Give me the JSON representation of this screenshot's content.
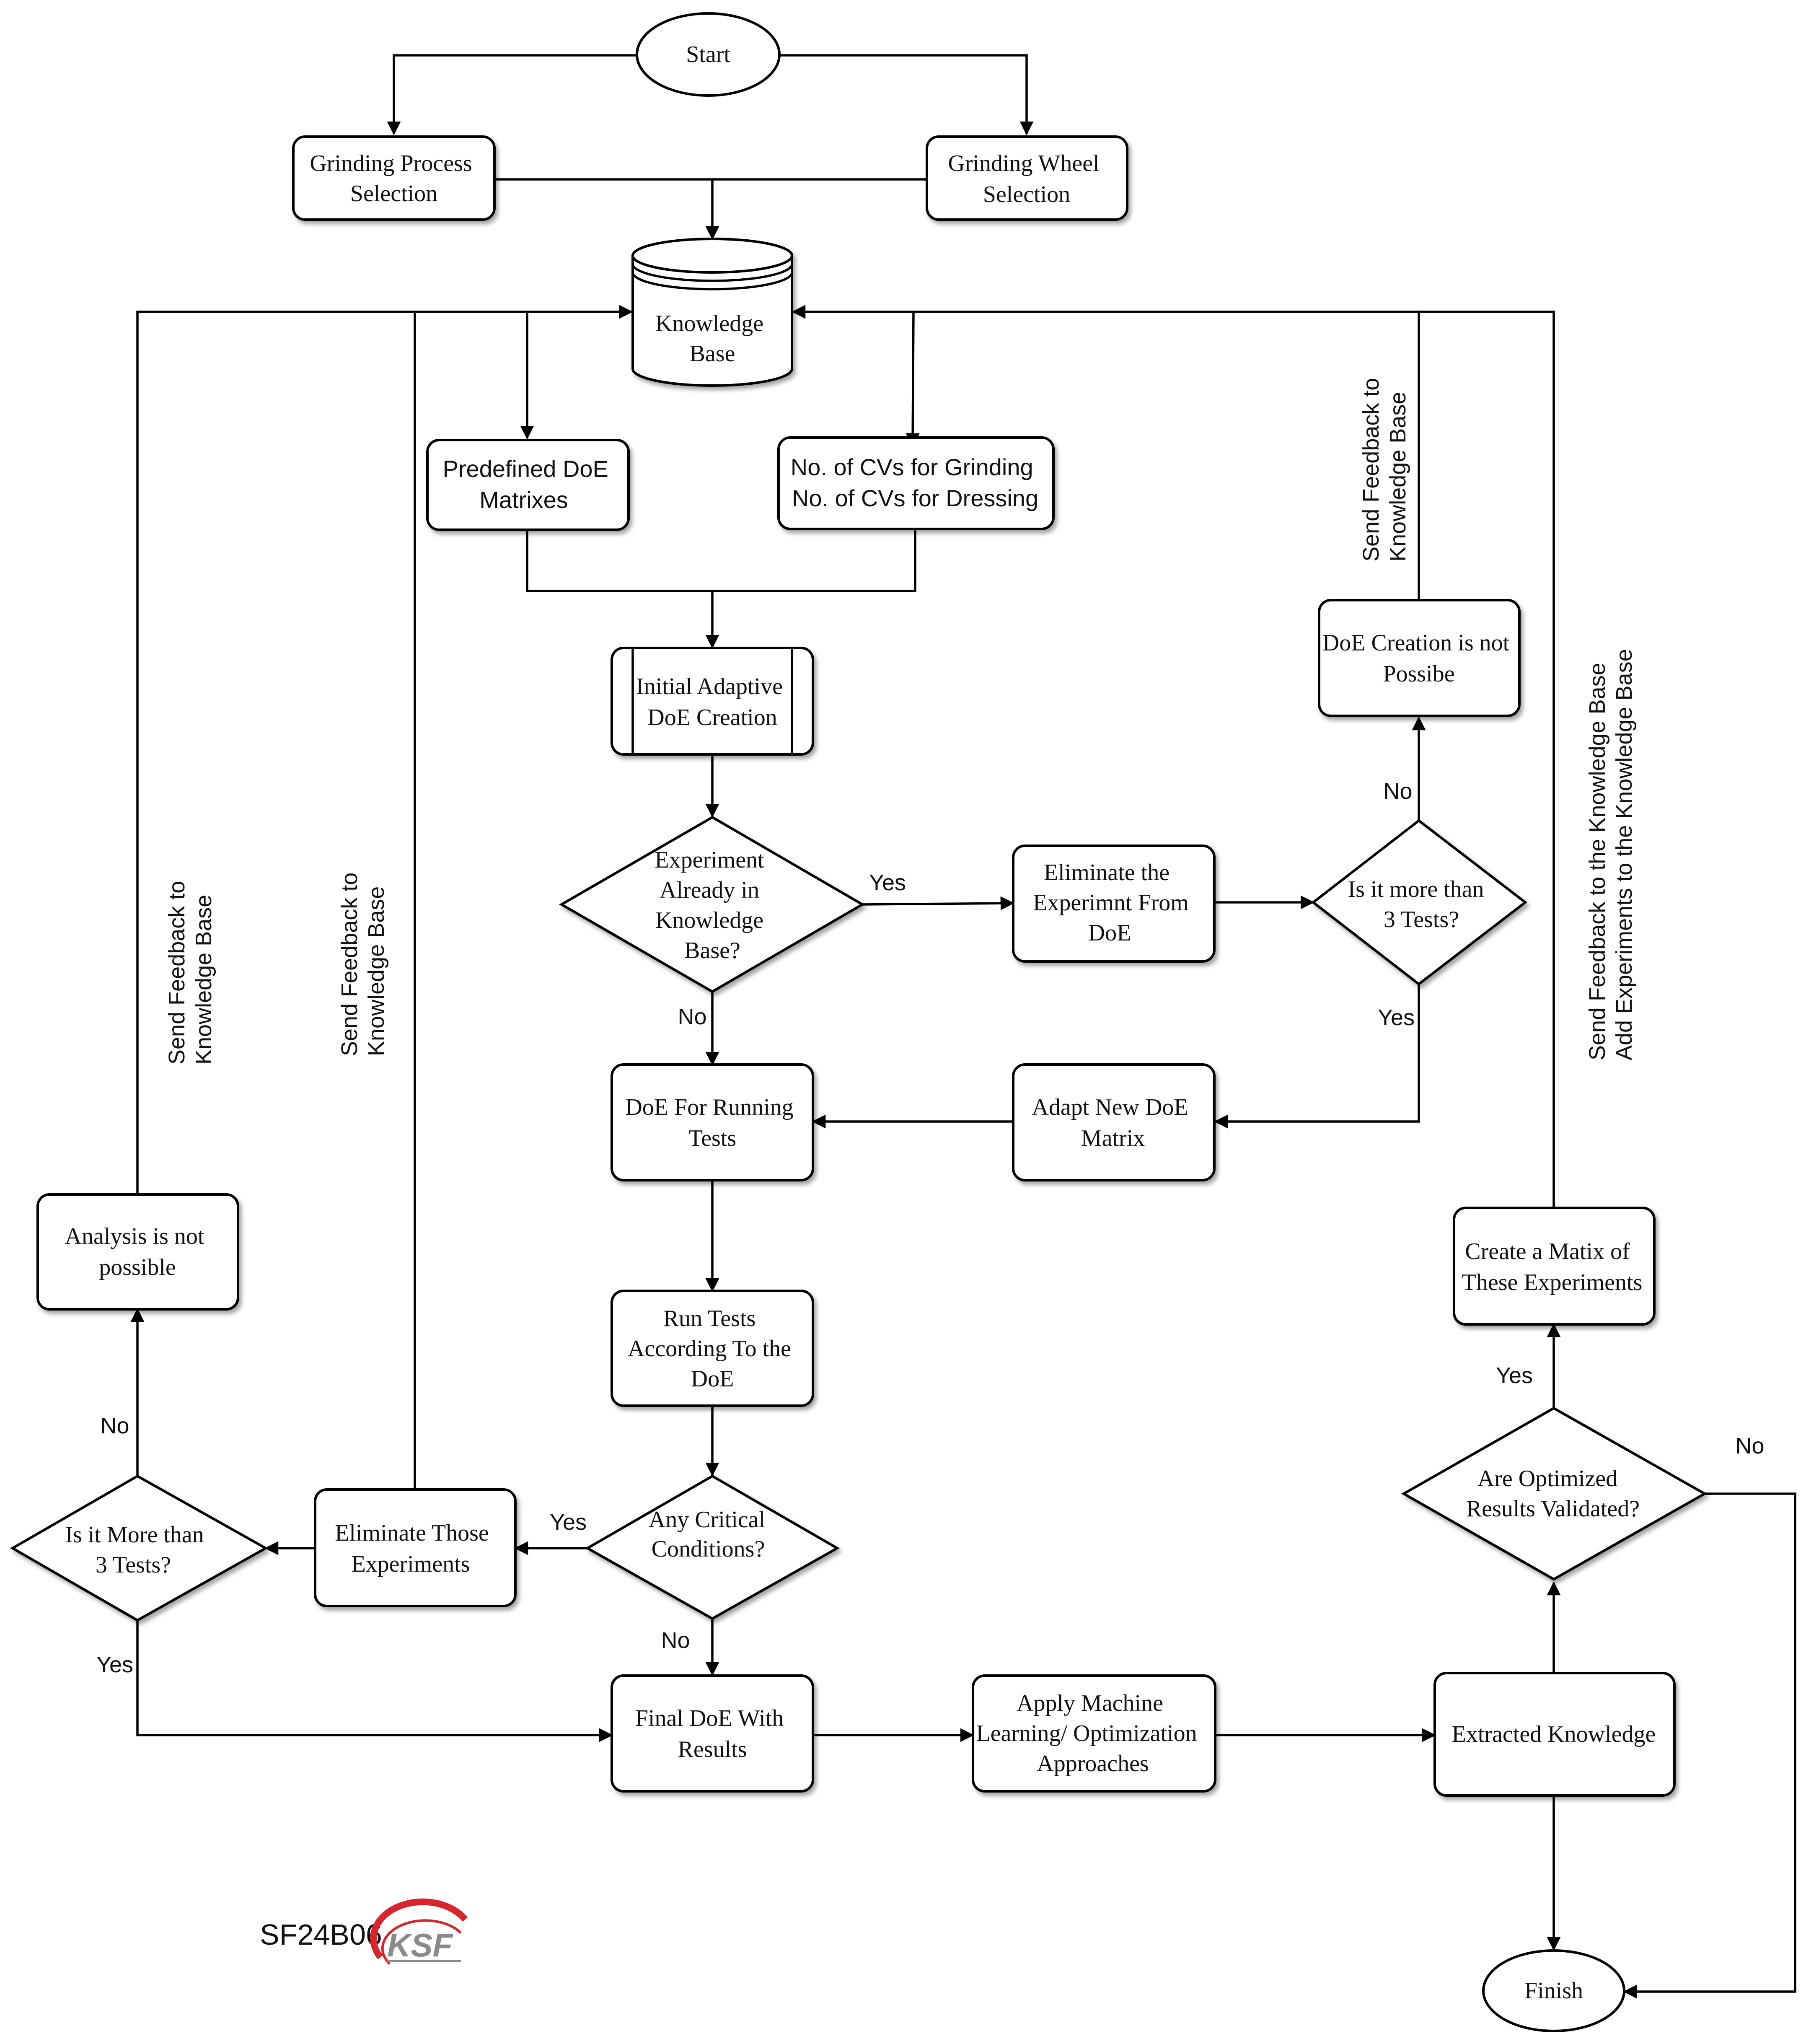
{
  "nodes": {
    "start": "Start",
    "grinding_process": [
      "Grinding Process",
      "Selection"
    ],
    "grinding_wheel": [
      "Grinding Wheel",
      "Selection"
    ],
    "knowledge_base": [
      "Knowledge",
      "Base"
    ],
    "predefined_doe": [
      "Predefined DoE",
      "Matrixes"
    ],
    "cvs": [
      "No. of CVs for Grinding",
      "No. of CVs for Dressing"
    ],
    "initial_doe": [
      "Initial Adaptive",
      "DoE Creation"
    ],
    "experiment_in_kb": [
      "Experiment",
      "Already in",
      "Knowledge",
      "Base?"
    ],
    "eliminate_experiment": [
      "Eliminate the",
      "Experimnt From",
      "DoE"
    ],
    "more_than_3_top": [
      "Is it more than",
      "3 Tests?"
    ],
    "doe_not_possible": [
      "DoE Creation is not",
      "Possibe"
    ],
    "adapt_new_doe": [
      "Adapt New DoE",
      "Matrix"
    ],
    "doe_running": [
      "DoE For Running",
      "Tests"
    ],
    "run_tests": [
      "Run Tests",
      "According To the",
      "DoE"
    ],
    "critical_conditions": [
      "Any Critical",
      "Conditions?"
    ],
    "eliminate_those": [
      "Eliminate Those",
      "Experiments"
    ],
    "more_than_3_left": [
      "Is it More than",
      "3 Tests?"
    ],
    "analysis_not_possible": [
      "Analysis is not",
      "possible"
    ],
    "final_doe": [
      "Final DoE With",
      "Results"
    ],
    "apply_ml": [
      "Apply Machine",
      "Learning/ Optimization",
      "Approaches"
    ],
    "extracted_knowledge": "Extracted Knowledge",
    "optimized_validated": [
      "Are Optimized",
      "Results Validated?"
    ],
    "create_matrix": [
      "Create a Matix of",
      "These Experiments"
    ],
    "finish": "Finish"
  },
  "edge_labels": {
    "yes_experiment": "Yes",
    "no_experiment": "No",
    "no_top": "No",
    "yes_top": "Yes",
    "yes_critical": "Yes",
    "no_critical": "No",
    "no_left": "No",
    "yes_left": "Yes",
    "yes_validated": "Yes",
    "no_validated": "No"
  },
  "vertical_labels": {
    "feedback_far_left": [
      "Send Feedback to",
      "Knowledge Base"
    ],
    "feedback_left": [
      "Send Feedback to",
      "Knowledge Base"
    ],
    "feedback_top_right": [
      "Send Feedback to",
      "Knowledge Base"
    ],
    "feedback_far_right": [
      "Send Feedback to the Knowledge Base",
      "Add Experiments to the Knowledge Base"
    ]
  },
  "footer": {
    "code": "SF24B06",
    "logo_text": "KSF"
  }
}
